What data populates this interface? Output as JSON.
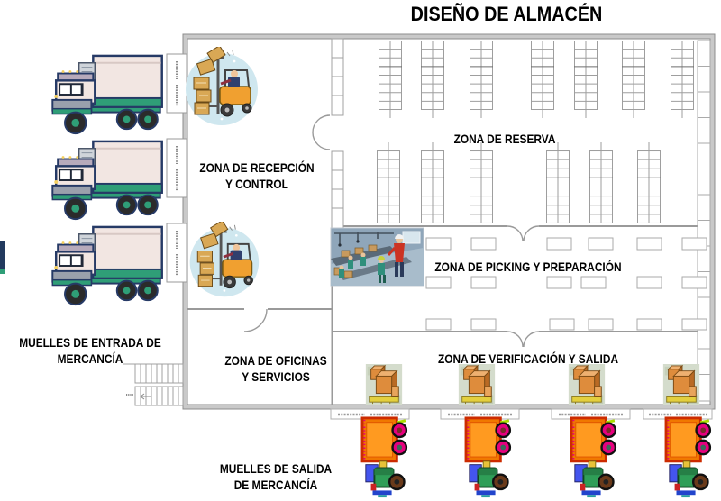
{
  "title": "DISEÑO DE ALMACÉN",
  "zones": {
    "reception": {
      "line1": "ZONA DE RECEPCIÓN",
      "line2": "Y CONTROL"
    },
    "reserve": {
      "label": "ZONA DE RESERVA"
    },
    "picking": {
      "label": "ZONA DE PICKING Y PREPARACIÓN"
    },
    "offices": {
      "line1": "ZONA DE OFICINAS",
      "line2": "Y SERVICIOS"
    },
    "verification": {
      "label": "ZONA DE VERIFICACIÓN Y SALIDA"
    }
  },
  "docks": {
    "inbound": {
      "line1": "MUELLES DE ENTRADA DE",
      "line2": "MERCANCÍA"
    },
    "outbound": {
      "line1": "MUELLES DE SALIDA",
      "line2": "DE MERCANCÍA"
    }
  },
  "counts": {
    "inbound_trucks": 3,
    "inbound_dock_doors": 3,
    "outbound_trucks": 4,
    "outbound_dock_plates": 4,
    "verification_pallets": 4,
    "reserve_racks_top_row": 7,
    "reserve_racks_bottom_row": 6
  },
  "colors": {
    "wall_gray": "#9a9a9a",
    "rack_line": "#9e9e9e",
    "truck_body": "#f2e6e2",
    "truck_green": "#2f9e77",
    "truck_outline": "#263a66",
    "forklift_orange": "#f0a030",
    "box_tan": "#d9a855",
    "clipart_circle_blue": "#cfe7ef",
    "trailer_orange": "#f07800",
    "wheel_magenta": "#e6007e",
    "pallet_box_orange": "#de8c3c",
    "label_text": "#000000"
  }
}
